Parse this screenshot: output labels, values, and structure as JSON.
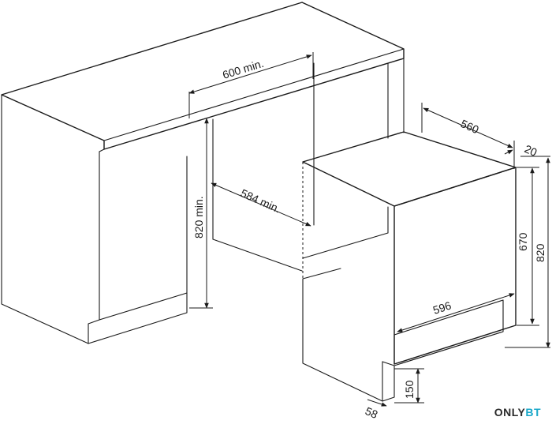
{
  "labels": {
    "niche_width": "600 min.",
    "niche_depth": "584 min.",
    "niche_height": "820 min.",
    "appliance_depth": "560",
    "door_thickness": "20",
    "appliance_width": "596",
    "appliance_body_height": "670",
    "appliance_total_height": "820",
    "plinth_height": "150",
    "plinth_depth": "58"
  },
  "watermark": {
    "part1": "ONLY",
    "part2": "BT"
  }
}
